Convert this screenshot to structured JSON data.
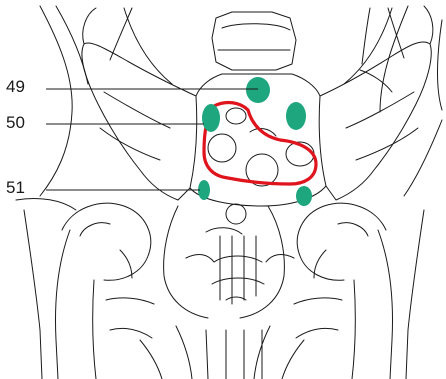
{
  "labels": {
    "l49": "49",
    "l50": "50",
    "l51": "51"
  },
  "colors": {
    "outline": "#1a1a1a",
    "marker": "#1ea67f",
    "region": "#e0141d",
    "background": "#ffffff"
  },
  "icons": {
    "marker": "green-dot-icon",
    "region": "red-outline-region"
  }
}
